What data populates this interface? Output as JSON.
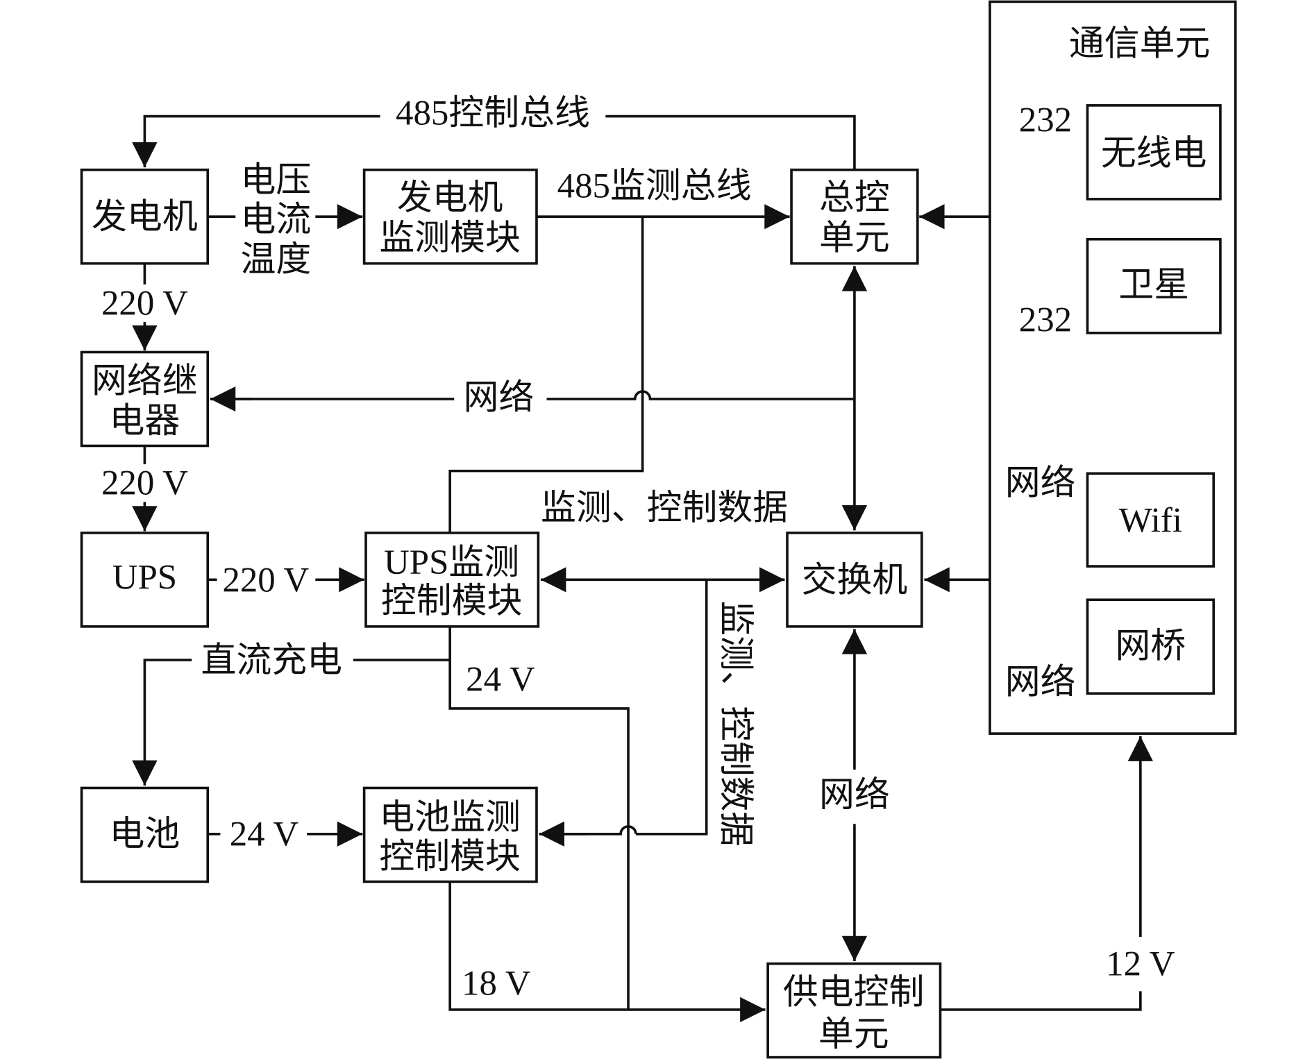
{
  "blocks": {
    "generator": "发电机",
    "gen_monitor": [
      "发电机",
      "监测模块"
    ],
    "master_control": [
      "总控",
      "单元"
    ],
    "network_relay": [
      "网络继",
      "电器"
    ],
    "ups": "UPS",
    "ups_monitor": [
      "UPS监测",
      "控制模块"
    ],
    "switch": "交换机",
    "battery": "电池",
    "battery_monitor": [
      "电池监测",
      "控制模块"
    ],
    "power_control": [
      "供电控制",
      "单元"
    ],
    "comm_unit": "通信单元",
    "radio": "无线电",
    "satellite": "卫星",
    "wifi": "Wifi",
    "bridge": "网桥"
  },
  "labels": {
    "control_bus": "485控制总线",
    "monitor_bus": "485监测总线",
    "gen_signals": [
      "电压",
      "电流",
      "温度"
    ],
    "v220_a": "220 V",
    "v220_b": "220 V",
    "v220_c": "220 V",
    "network_relay_link": "网络",
    "monitor_control_data_h": "监测、控制数据",
    "monitor_control_data_v": "监测、控制数据",
    "dc_charge": "直流充电",
    "v24_ups": "24 V",
    "v24_battery": "24 V",
    "v18": "18 V",
    "v12": "12 V",
    "network_switch_power": "网络",
    "rs232_radio": "232",
    "rs232_satellite": "232",
    "network_wifi": "网络",
    "network_bridge": "网络"
  }
}
